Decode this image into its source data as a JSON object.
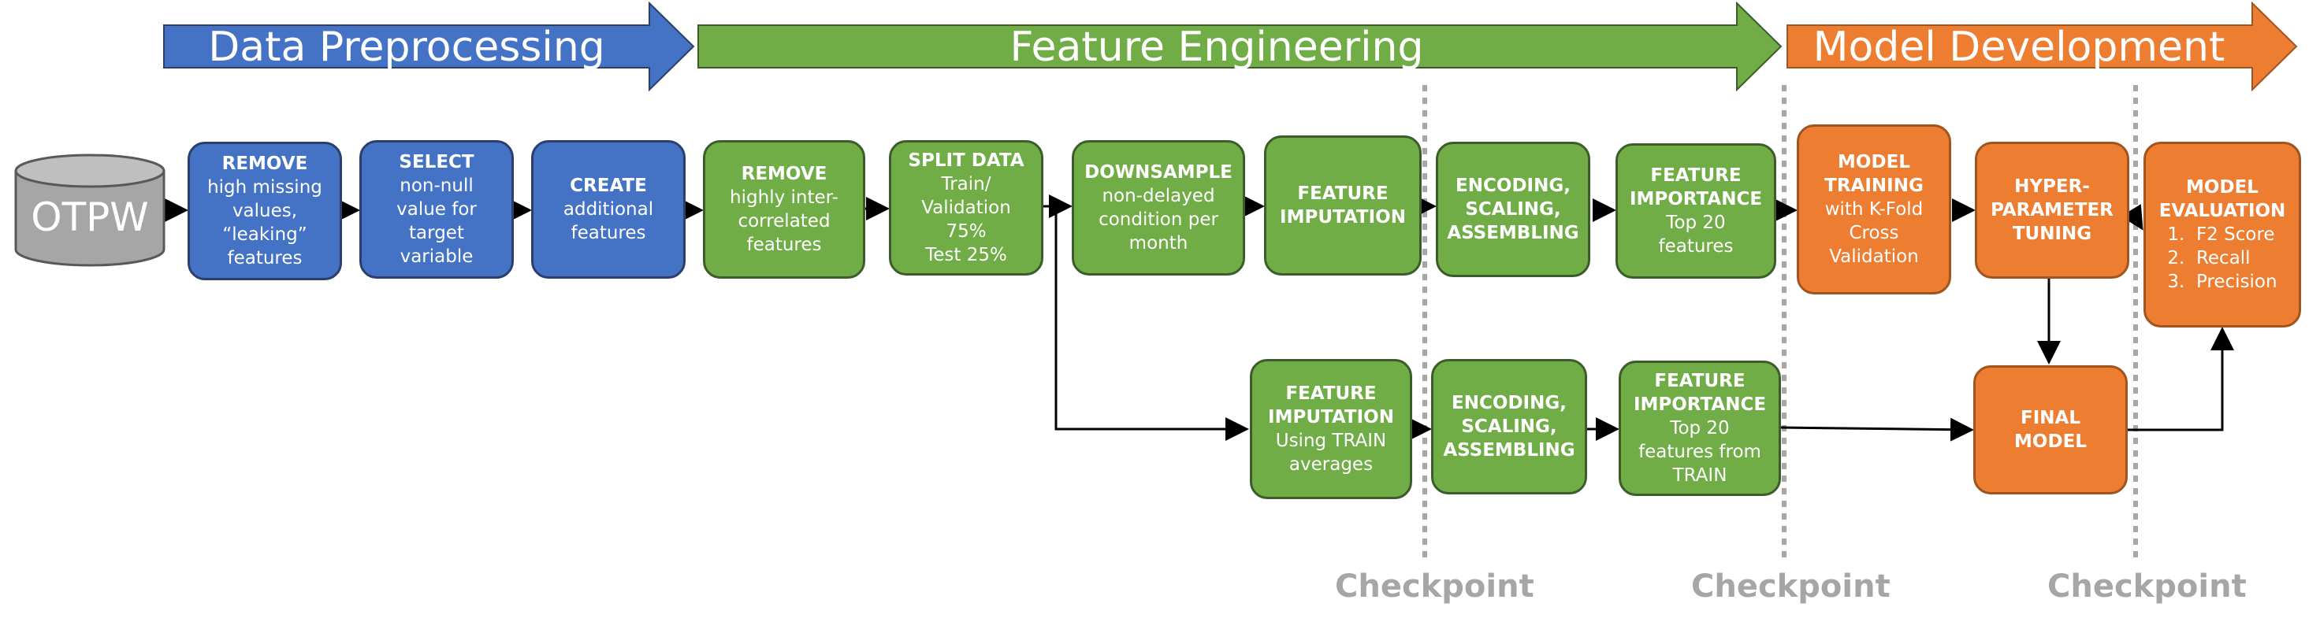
{
  "phases": [
    {
      "label": "Data Preprocessing",
      "color": "#4472c4"
    },
    {
      "label": "Feature Engineering",
      "color": "#70ad47"
    },
    {
      "label": "Model Development",
      "color": "#ed7d31"
    }
  ],
  "source": {
    "label": "OTPW",
    "color": "#a6a6a6"
  },
  "nodes": {
    "remove_missing": {
      "title": "REMOVE",
      "body": [
        "high missing",
        "values,",
        "“leaking”",
        "features"
      ]
    },
    "select_nonnull": {
      "title": "SELECT",
      "body": [
        "non-null",
        "value for",
        "target",
        "variable"
      ]
    },
    "create_features": {
      "title": "CREATE",
      "body": [
        "additional",
        "features"
      ]
    },
    "remove_correlated": {
      "title": "REMOVE",
      "body": [
        "highly inter-",
        "correlated",
        "features"
      ]
    },
    "split_data": {
      "title": "SPLIT DATA",
      "body": [
        "Train/",
        "Validation",
        "75%",
        "Test 25%"
      ]
    },
    "downsample": {
      "title": "DOWNSAMPLE",
      "body": [
        "non-delayed",
        "condition per",
        "month"
      ]
    },
    "feature_imputation_top": {
      "title": [
        "FEATURE",
        "IMPUTATION"
      ],
      "body": []
    },
    "encoding_top": {
      "title": [
        "ENCODING,",
        "SCALING,",
        "ASSEMBLING"
      ],
      "body": []
    },
    "importance_top": {
      "title": [
        "FEATURE",
        "IMPORTANCE"
      ],
      "body": [
        "Top 20",
        "features"
      ]
    },
    "model_training": {
      "title": [
        "MODEL",
        "TRAINING"
      ],
      "body": [
        "with K-Fold",
        "Cross",
        "Validation"
      ]
    },
    "hyperparameter": {
      "title": [
        "HYPER-",
        "PARAMETER",
        "TUNING"
      ],
      "body": []
    },
    "model_evaluation": {
      "title": [
        "MODEL",
        "EVALUATION"
      ],
      "list": [
        "1.  F2 Score",
        "2.  Recall",
        "3.  Precision"
      ]
    },
    "feature_imputation_bottom": {
      "title": [
        "FEATURE",
        "IMPUTATION"
      ],
      "body": [
        "Using TRAIN",
        "averages"
      ]
    },
    "encoding_bottom": {
      "title": [
        "ENCODING,",
        "SCALING,",
        "ASSEMBLING"
      ],
      "body": []
    },
    "importance_bottom": {
      "title": [
        "FEATURE",
        "IMPORTANCE"
      ],
      "body": [
        "Top 20",
        "features from",
        "TRAIN"
      ]
    },
    "final_model": {
      "title": [
        "FINAL MODEL"
      ],
      "body": []
    }
  },
  "checkpoints": [
    "Checkpoint",
    "Checkpoint",
    "Checkpoint"
  ]
}
